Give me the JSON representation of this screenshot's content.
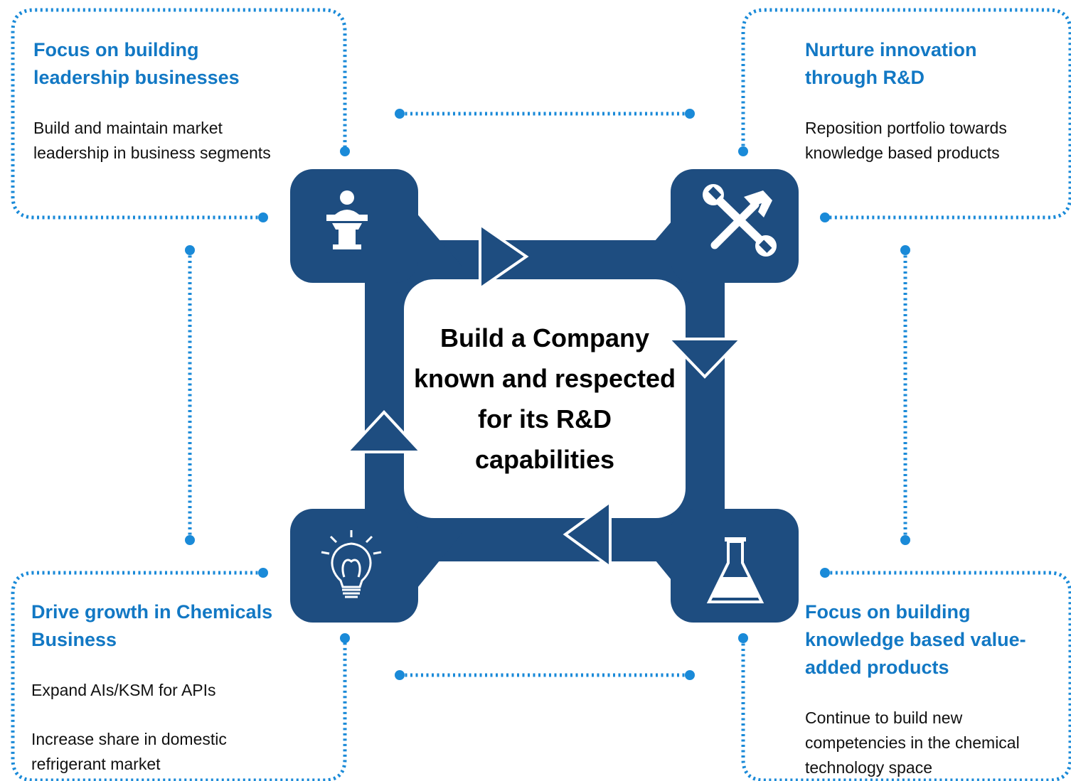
{
  "center_text": "Build a  Company known and respected  for its R&D  capabilities",
  "colors": {
    "accent": "#1e4d80",
    "title": "#1278c4",
    "dot": "#1a8ad8"
  },
  "quadrants": {
    "top_left": {
      "title": "Focus on building leadership businesses",
      "desc": "Build and maintain  market leadership in  business segments",
      "icon": "podium-speaker-icon"
    },
    "top_right": {
      "title": "Nurture innovation through R&D",
      "desc": "Reposition portfolio  towards knowledge  based products",
      "icon": "wrench-hammer-icon"
    },
    "bottom_left": {
      "title": "Drive growth in Chemicals Business",
      "desc": "Expand AIs/KSM for APIs",
      "desc2": "Increase share in domestic refrigerant market",
      "icon": "lightbulb-icon"
    },
    "bottom_right": {
      "title": "Focus on building knowledge based  value-added products",
      "desc": "Continue to build new competencies in the chemical technology  space",
      "icon": "flask-icon"
    }
  }
}
